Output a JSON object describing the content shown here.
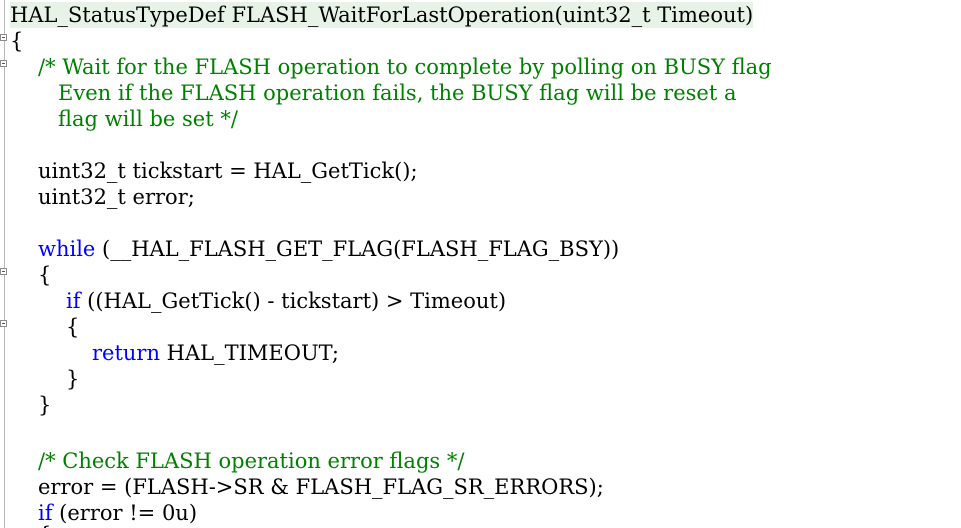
{
  "code": {
    "signature": "HAL_StatusTypeDef FLASH_WaitForLastOperation(uint32_t Timeout)",
    "open_brace": "{",
    "comment_line1": "/* Wait for the FLASH operation to complete by polling on BUSY flag",
    "comment_line2": "   Even if the FLASH operation fails, the BUSY flag will be reset a",
    "comment_line3": "   flag will be set */",
    "decl_tickstart": "uint32_t tickstart = HAL_GetTick();",
    "decl_error": "uint32_t error;",
    "while_keyword": "while",
    "while_cond": " (__HAL_FLASH_GET_FLAG(FLASH_FLAG_BSY))",
    "while_open": "{",
    "if_keyword": "if",
    "if_cond": " ((HAL_GetTick() - tickstart) > Timeout)",
    "if_open": "{",
    "return_keyword": "return",
    "return_value": " HAL_TIMEOUT;",
    "if_close": "}",
    "while_close": "}",
    "comment_check": "/* Check FLASH operation error flags */",
    "error_assign": "error = (FLASH->SR & FLASH_FLAG_SR_ERRORS);",
    "if2_keyword": "if",
    "if2_cond": " (error != 0u)",
    "next_partial": "{"
  }
}
